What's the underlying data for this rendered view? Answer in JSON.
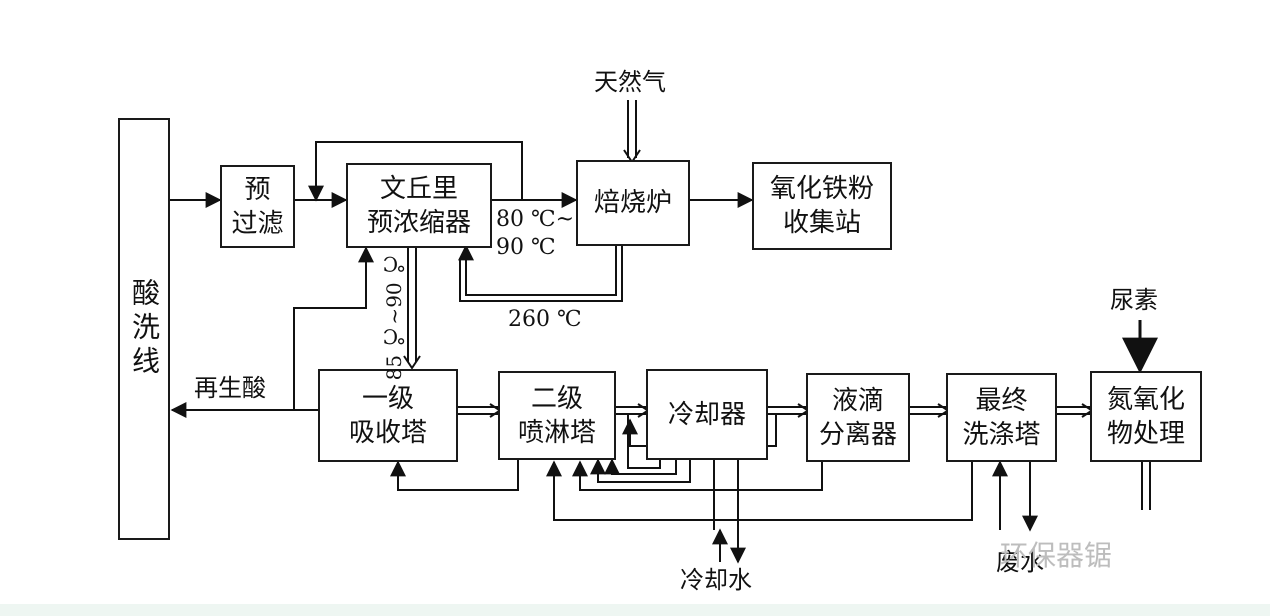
{
  "boxes": {
    "acid_line": "酸洗线",
    "prefilter": "预\n过滤",
    "venturi": "文丘里\n预浓缩器",
    "roaster": "焙烧炉",
    "iron_oxide": "氧化铁粉\n收集站",
    "absorber1": "一级\n吸收塔",
    "spray2": "二级\n喷淋塔",
    "cooler": "冷却器",
    "separator": "液滴\n分离器",
    "final_wash": "最终\n洗涤塔",
    "nox": "氮氧化\n物处理"
  },
  "labels": {
    "natural_gas": "天然气",
    "temp_80_90": "80 ℃~\n90 ℃",
    "temp_260": "260 ℃",
    "temp_85_90": "85 ℃~90 ℃",
    "regen_acid": "再生酸",
    "urea": "尿素",
    "cooling_water": "冷却水",
    "waste_water": "废水"
  },
  "watermark": "环保器锯"
}
